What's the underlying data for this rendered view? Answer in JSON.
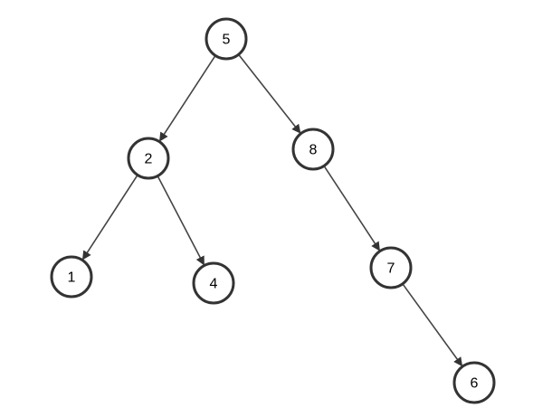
{
  "diagram": {
    "type": "tree",
    "nodes": [
      {
        "id": "n5",
        "label": "5"
      },
      {
        "id": "n2",
        "label": "2"
      },
      {
        "id": "n8",
        "label": "8"
      },
      {
        "id": "n1",
        "label": "1"
      },
      {
        "id": "n4",
        "label": "4"
      },
      {
        "id": "n7",
        "label": "7"
      },
      {
        "id": "n6",
        "label": "6"
      }
    ],
    "edges": [
      {
        "from": "n5",
        "to": "n2"
      },
      {
        "from": "n5",
        "to": "n8"
      },
      {
        "from": "n2",
        "to": "n1"
      },
      {
        "from": "n2",
        "to": "n4"
      },
      {
        "from": "n8",
        "to": "n7"
      },
      {
        "from": "n7",
        "to": "n6"
      }
    ],
    "colors": {
      "node_stroke": "#333333",
      "node_fill": "#ffffff",
      "edge": "#444444",
      "arrowhead": "#333333",
      "text": "#000000"
    }
  }
}
